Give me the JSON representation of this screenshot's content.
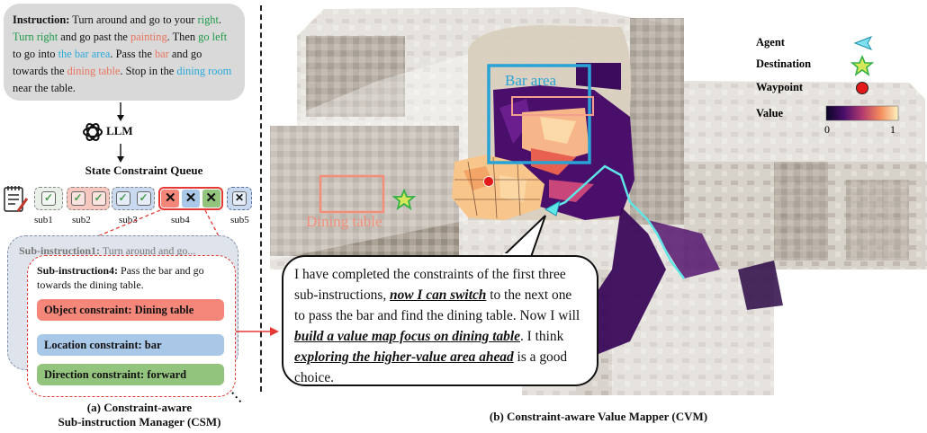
{
  "instruction": {
    "label": "Instruction:",
    "segments": [
      {
        "t": " Turn around and go to your ",
        "c": ""
      },
      {
        "t": "right",
        "c": "g"
      },
      {
        "t": ". ",
        "c": ""
      },
      {
        "t": "Turn right",
        "c": "g"
      },
      {
        "t": " and go past the ",
        "c": ""
      },
      {
        "t": "painting",
        "c": "o"
      },
      {
        "t": ". Then ",
        "c": ""
      },
      {
        "t": "go left",
        "c": "g"
      },
      {
        "t": " to go into ",
        "c": ""
      },
      {
        "t": "the bar area",
        "c": "b"
      },
      {
        "t": ". Pass the ",
        "c": ""
      },
      {
        "t": "bar",
        "c": "o"
      },
      {
        "t": " and go towards the ",
        "c": ""
      },
      {
        "t": "dining table",
        "c": "o"
      },
      {
        "t": ". Stop in the ",
        "c": ""
      },
      {
        "t": "dining room",
        "c": "b"
      },
      {
        "t": " near the table.",
        "c": ""
      }
    ]
  },
  "llm_label": "LLM",
  "queue": {
    "title": "State Constraint Queue",
    "items": [
      {
        "label": "sub1",
        "marks": [
          "✓"
        ],
        "fill": "#e8f0e8",
        "border": "#888"
      },
      {
        "label": "sub2",
        "marks": [
          "✓",
          "✓"
        ],
        "fill": "#f6c8bf",
        "border": "#888"
      },
      {
        "label": "sub3",
        "marks": [
          "✓",
          "✓"
        ],
        "fill": "#c9daf0",
        "border": "#888"
      },
      {
        "label": "sub4",
        "marks": [
          "✕",
          "✕",
          "✕"
        ],
        "fill": "#ffffff",
        "border": "#e53935"
      },
      {
        "label": "sub5",
        "marks": [
          "✕"
        ],
        "fill": "#c9daf0",
        "border": "#5a6f9a"
      }
    ]
  },
  "card_back": {
    "title": "Sub-instruction1:",
    "text": " Turn around and go..."
  },
  "card_front": {
    "title": "Sub-instruction4:",
    "text": " Pass the bar and go towards the dining table.",
    "constraints": [
      {
        "text": "Object constraint: Dining table",
        "color": "#f4877a"
      },
      {
        "text": "Location constraint: bar",
        "color": "#a9c8e8"
      },
      {
        "text": "Direction constraint: forward",
        "color": "#93c47d"
      }
    ]
  },
  "caption_a": {
    "line1": "(a) Constraint-aware",
    "line2": "Sub-instruction Manager (CSM)"
  },
  "caption_b": "(b) Constraint-aware Value Mapper (CVM)",
  "map": {
    "bar_area_label": "Bar area",
    "dining_table_label": "Dining table"
  },
  "legend": {
    "agent": "Agent",
    "destination": "Destination",
    "waypoint": "Waypoint",
    "value": "Value",
    "min": "0",
    "max": "1"
  },
  "speech": {
    "parts": [
      {
        "t": "I have completed the constraints of the first three sub-instructions, ",
        "em": false
      },
      {
        "t": "now I can switch",
        "em": true
      },
      {
        "t": " to the next one to pass the bar and find the dining table. Now I will ",
        "em": false
      },
      {
        "t": "build a value map focus on dining table",
        "em": true
      },
      {
        "t": ". I think ",
        "em": false
      },
      {
        "t": "exploring the higher-value area ahead",
        "em": true
      },
      {
        "t": " is a good choice.",
        "em": false
      }
    ]
  }
}
